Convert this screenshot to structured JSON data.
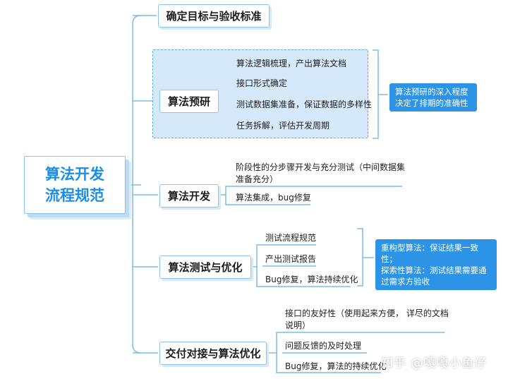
{
  "root": {
    "line1": "算法开发",
    "line2": "流程规范"
  },
  "branches": {
    "goal": {
      "label": "确定目标与验收标准"
    },
    "research": {
      "label": "算法预研",
      "items": [
        "算法逻辑梳理，产出算法文档",
        "接口形式确定",
        "测试数据集准备，保证数据的多样性",
        "任务拆解，评估开发周期"
      ],
      "note": "算法预研的深入程度决定了排期的准确性"
    },
    "develop": {
      "label": "算法开发",
      "items": [
        "阶段性的分步骤开发与充分测试（中间数据集准备充分）",
        "算法集成，bug修复"
      ]
    },
    "test": {
      "label": "算法测试与优化",
      "items": [
        "测试流程规范",
        "产出测试报告",
        "Bug修复，算法持续优化"
      ],
      "note_line1": "重构型算法：保证结果一致性；",
      "note_line2": "探索性算法：测试结果需要通过需求方验收"
    },
    "deliver": {
      "label": "交付对接与算法优化",
      "items": [
        "接口的友好性（使用起来方便， 详尽的文档说明）",
        "问题反馈的及时处理",
        "Bug修复，算法的持续优化"
      ]
    }
  },
  "watermark": "知乎 @嘎嘎小鱼仔",
  "colors": {
    "accent": "#1b8ee6",
    "line": "#7dbce9",
    "highlight": "#d5e9fa",
    "note_bg": "#2d93e6"
  }
}
